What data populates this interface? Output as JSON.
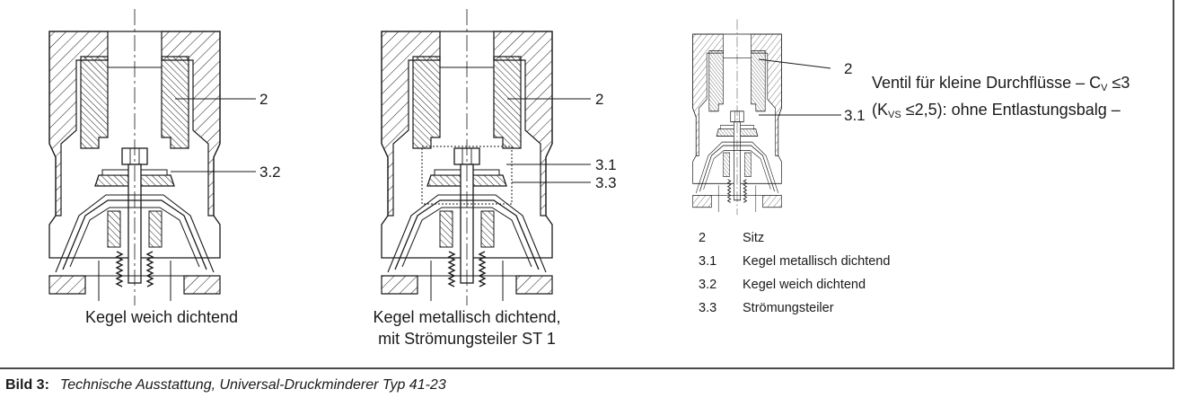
{
  "callouts": {
    "a_seat": "2",
    "a_plug": "3.2",
    "b_seat": "2",
    "b_plug": "3.1",
    "b_divider": "3.3",
    "c_seat": "2",
    "c_plug": "3.1"
  },
  "captions": {
    "a": "Kegel weich dichtend",
    "b_line1": "Kegel metallisch dichtend,",
    "b_line2": "mit Strömungsteiler ST 1"
  },
  "note": {
    "line1_text": "Ventil für kleine Durchflüsse – C",
    "line1_sub": "V",
    "line1_suffix": " ≤3",
    "line2_prefix": "(K",
    "line2_sub": "VS",
    "line2_suffix": " ≤2,5): ohne Entlastungsbalg –"
  },
  "legend": [
    {
      "num": "2",
      "text": "Sitz"
    },
    {
      "num": "3.1",
      "text": "Kegel metallisch dichtend"
    },
    {
      "num": "3.2",
      "text": "Kegel weich dichtend"
    },
    {
      "num": "3.3",
      "text": "Strömungsteiler"
    }
  ],
  "figure": {
    "label": "Bild 3:",
    "title": "Technische Ausstattung, Universal-Druckminderer Typ 41-23"
  }
}
